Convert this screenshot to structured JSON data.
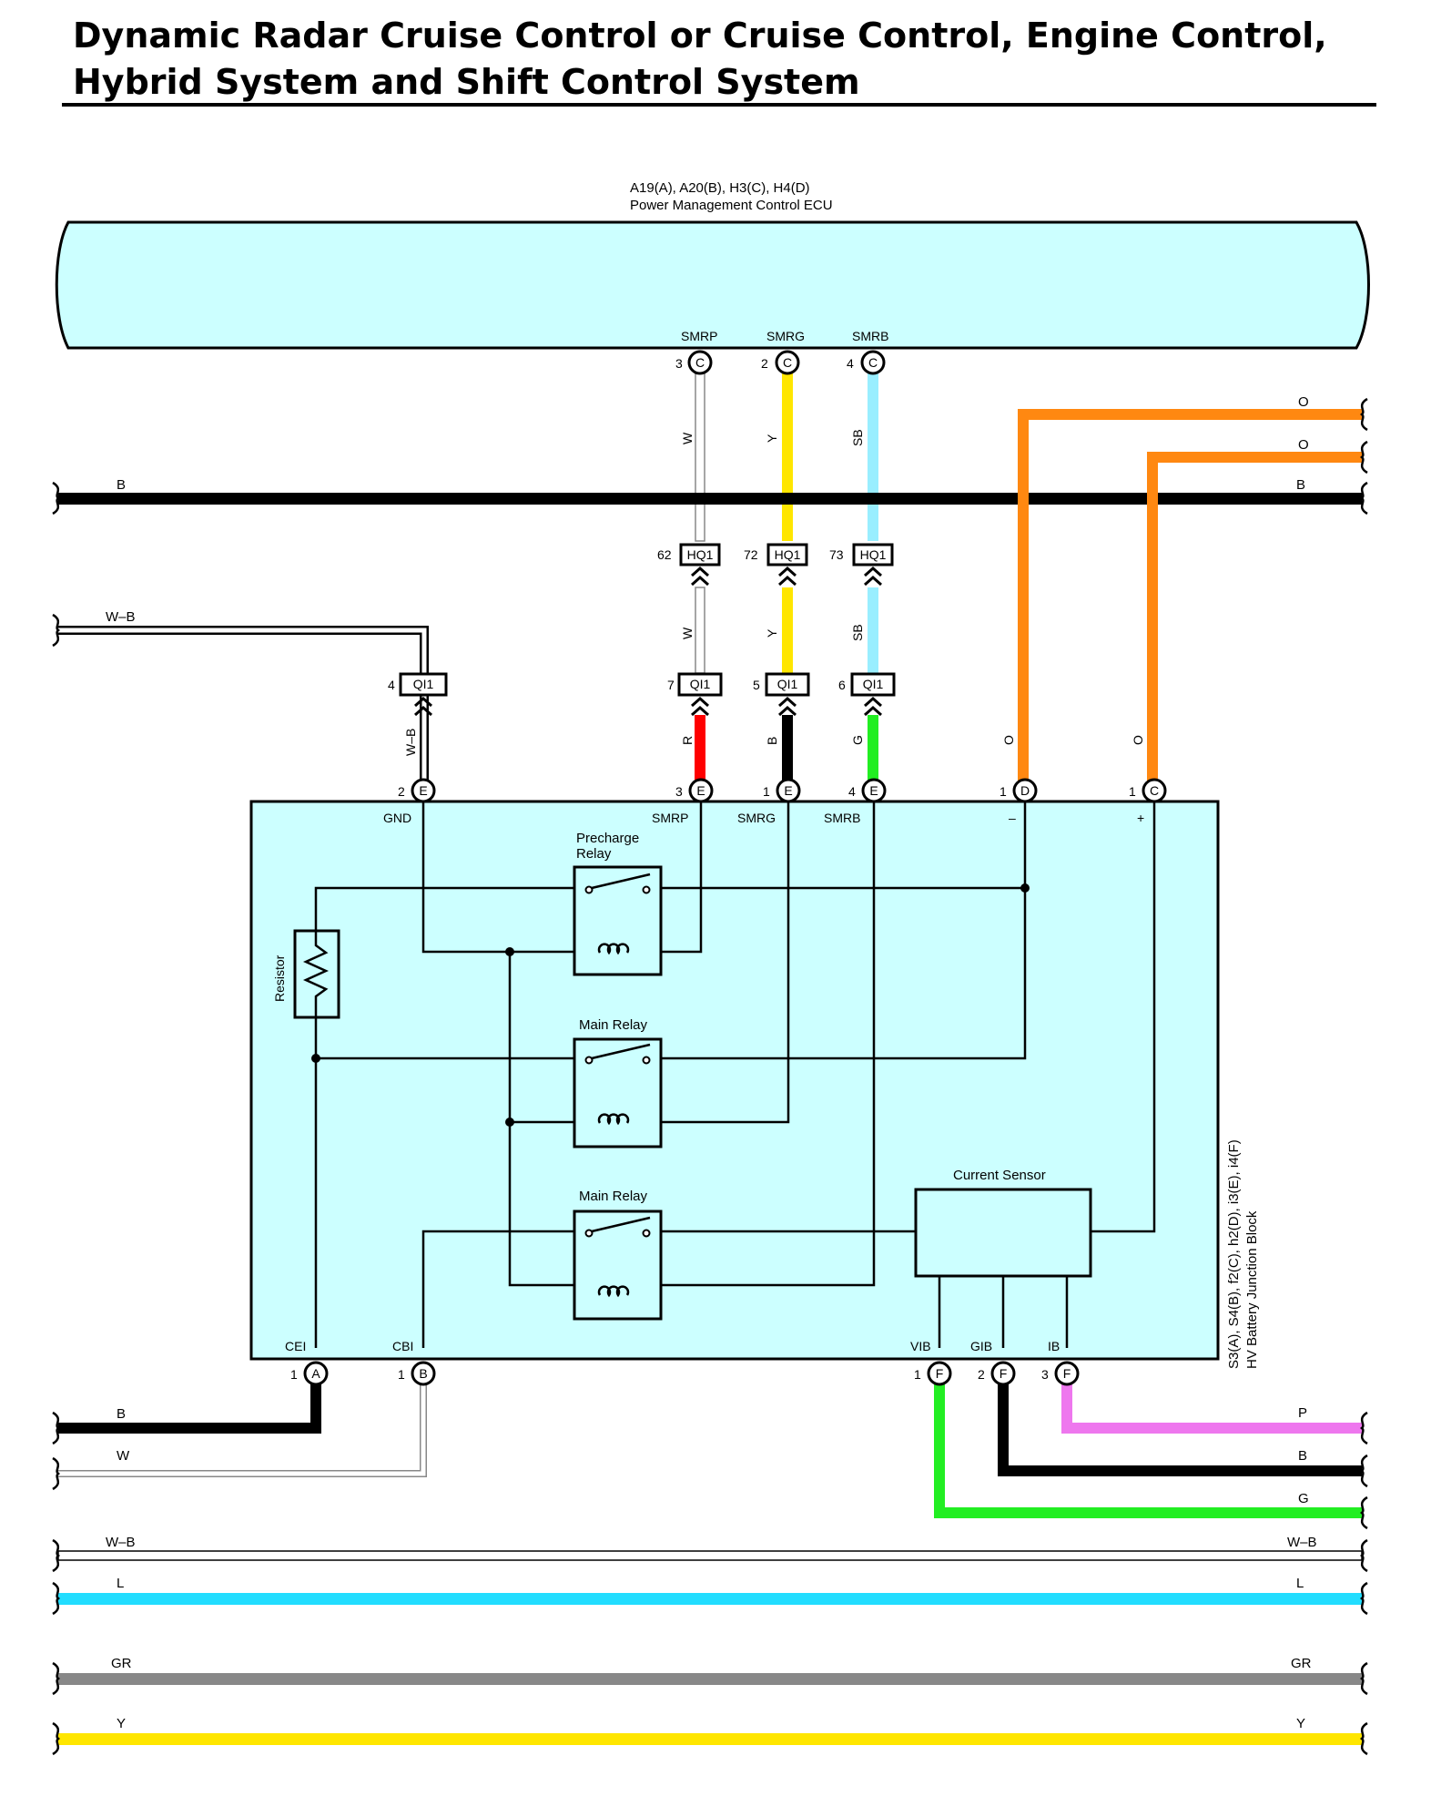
{
  "title": "Dynamic Radar Cruise Control or Cruise Control, Engine Control, Hybrid System and Shift Control System",
  "colors": {
    "ecu_fill": "#ccffff",
    "W": "#ffffff",
    "Y": "#ffe600",
    "SB": "#99eeff",
    "B": "#000000",
    "O": "#ff8811",
    "R": "#ff0000",
    "G": "#22ee22",
    "P": "#ee77ee",
    "L": "#22ddff",
    "GR": "#888888",
    "W-B": "#ffffff"
  },
  "ecu": {
    "connectors": "A19(A), A20(B), H3(C), H4(D)",
    "name": "Power Management Control ECU",
    "pins": [
      {
        "label": "SMRP",
        "num": "3",
        "conn": "C"
      },
      {
        "label": "SMRG",
        "num": "2",
        "conn": "C"
      },
      {
        "label": "SMRB",
        "num": "4",
        "conn": "C"
      }
    ]
  },
  "upper_wire_labels": {
    "smrp": "W",
    "smrg": "Y",
    "smrb": "SB"
  },
  "hq1": [
    {
      "num": "62",
      "name": "HQ1"
    },
    {
      "num": "72",
      "name": "HQ1"
    },
    {
      "num": "73",
      "name": "HQ1"
    }
  ],
  "mid_wire_labels": {
    "smrp": "W",
    "smrg": "Y",
    "smrb": "SB",
    "gnd": "W–B"
  },
  "qi1": [
    {
      "num": "4",
      "name": "QI1"
    },
    {
      "num": "7",
      "name": "QI1"
    },
    {
      "num": "5",
      "name": "QI1"
    },
    {
      "num": "6",
      "name": "QI1"
    }
  ],
  "lower_wire_labels": {
    "smrp": "R",
    "smrg": "B",
    "smrb": "G",
    "minus": "O",
    "plus": "O"
  },
  "left_wires": {
    "b_bus": "B",
    "wb_upper": "W–B",
    "b_cei": "B",
    "w_cbi": "W"
  },
  "right_wires": {
    "o1": "O",
    "o2": "O",
    "b_bus": "B",
    "p": "P",
    "b": "B",
    "g": "G"
  },
  "bottom_buses": [
    {
      "left": "W–B",
      "right": "W–B"
    },
    {
      "left": "L",
      "right": "L"
    },
    {
      "left": "GR",
      "right": "GR"
    },
    {
      "left": "Y",
      "right": "Y"
    }
  ],
  "junction": {
    "label": "S3(A), S4(B), f2(C), h2(D), i3(E), i4(F)",
    "name": "HV Battery Junction Block",
    "top_pins": [
      {
        "num": "2",
        "conn": "E",
        "label": "GND"
      },
      {
        "num": "3",
        "conn": "E",
        "label": "SMRP"
      },
      {
        "num": "1",
        "conn": "E",
        "label": "SMRG"
      },
      {
        "num": "4",
        "conn": "E",
        "label": "SMRB"
      },
      {
        "num": "1",
        "conn": "D",
        "label": "–"
      },
      {
        "num": "1",
        "conn": "C",
        "label": "+"
      }
    ],
    "bottom_pins": [
      {
        "num": "1",
        "conn": "A",
        "label": "CEI"
      },
      {
        "num": "1",
        "conn": "B",
        "label": "CBI"
      },
      {
        "num": "1",
        "conn": "F",
        "label": "VIB"
      },
      {
        "num": "2",
        "conn": "F",
        "label": "GIB"
      },
      {
        "num": "3",
        "conn": "F",
        "label": "IB"
      }
    ],
    "precharge_relay": [
      "Precharge",
      "Relay"
    ],
    "main_relay_1": "Main Relay",
    "main_relay_2": "Main Relay",
    "resistor": "Resistor",
    "current_sensor": "Current Sensor"
  }
}
